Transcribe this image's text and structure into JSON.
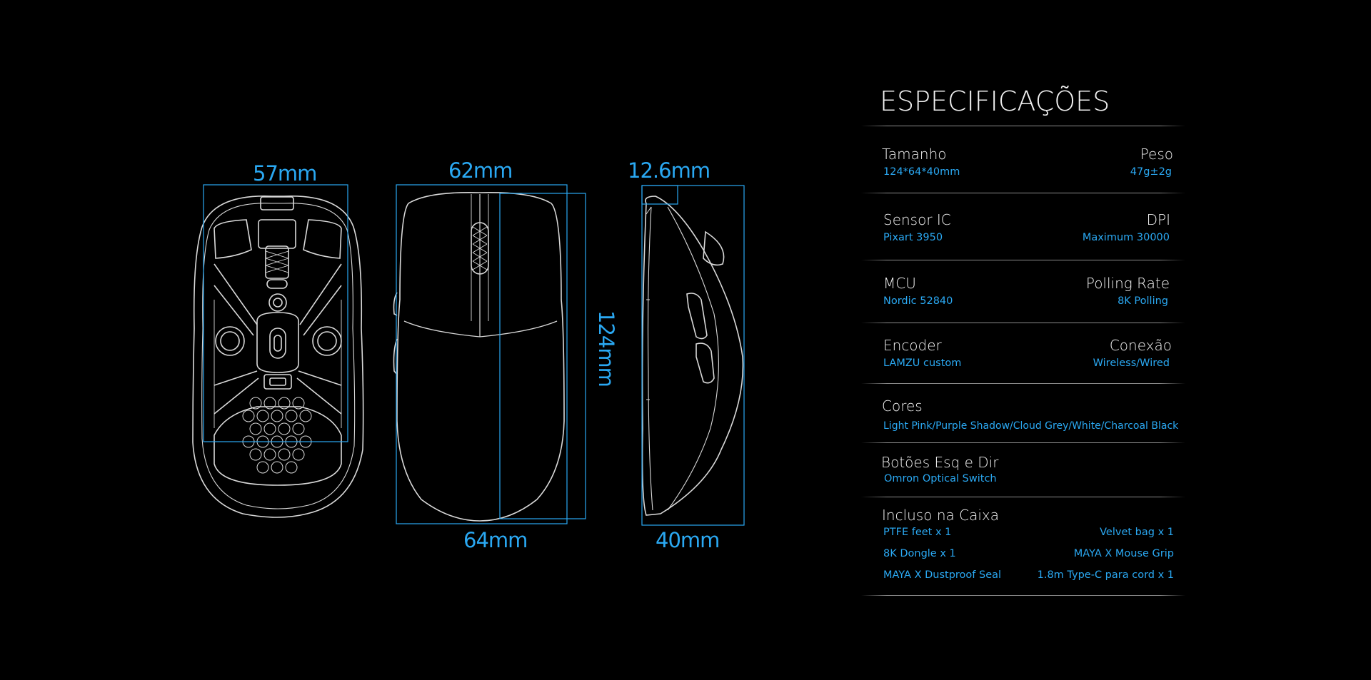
{
  "colors": {
    "accent": "#2aa8f2",
    "background": "#000000",
    "line": "#d9d9d9"
  },
  "dimensions": {
    "bottom_width": "57mm",
    "top_width": "62mm",
    "top_base_width": "64mm",
    "length": "124mm",
    "side_button_width": "12.6mm",
    "height": "40mm"
  },
  "specs": {
    "title": "ESPECIFICAÇÕES",
    "tamanho": {
      "label": "Tamanho",
      "value": "124*64*40mm"
    },
    "peso": {
      "label": "Peso",
      "value": "47g±2g"
    },
    "sensor": {
      "label": "Sensor IC",
      "value": "Pixart 3950"
    },
    "dpi": {
      "label": "DPI",
      "value": "Maximum 30000"
    },
    "mcu": {
      "label": "MCU",
      "value": "Nordic 52840"
    },
    "polling": {
      "label": "Polling Rate",
      "value": "8K Polling"
    },
    "encoder": {
      "label": "Encoder",
      "value": "LAMZU custom"
    },
    "conexao": {
      "label": "Conexão",
      "value": "Wireless/Wired"
    },
    "cores": {
      "label": "Cores",
      "value": "Light Pink/Purple Shadow/Cloud Grey/White/Charcoal Black"
    },
    "botoes": {
      "label": "Botões Esq e Dir",
      "value": "Omron Optical Switch"
    },
    "caixa": {
      "label": "Incluso na Caixa",
      "items": [
        "PTFE feet  x 1",
        "Velvet bag x 1",
        "8K Dongle x 1",
        "MAYA X Mouse Grip",
        "MAYA X Dustproof Seal",
        "1.8m Type-C para cord x 1"
      ]
    }
  }
}
